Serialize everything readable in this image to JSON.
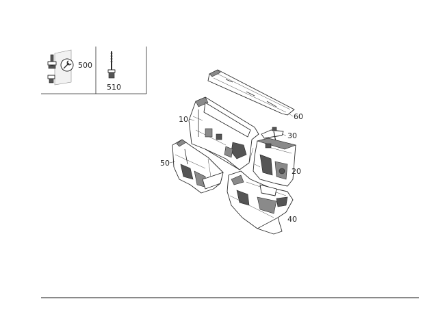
{
  "legend": {
    "fastener_box": {
      "label": "500",
      "icon": "wrench-icon"
    },
    "bolt_box": {
      "label": "510"
    }
  },
  "callouts": [
    {
      "id": "10",
      "label": "10"
    },
    {
      "id": "20",
      "label": "20"
    },
    {
      "id": "30",
      "label": "30"
    },
    {
      "id": "40",
      "label": "40"
    },
    {
      "id": "50",
      "label": "50"
    },
    {
      "id": "60",
      "label": "60"
    }
  ],
  "colors": {
    "line": "#2a2a2a",
    "shade": "#8a8a8a",
    "rule": "#444444"
  }
}
